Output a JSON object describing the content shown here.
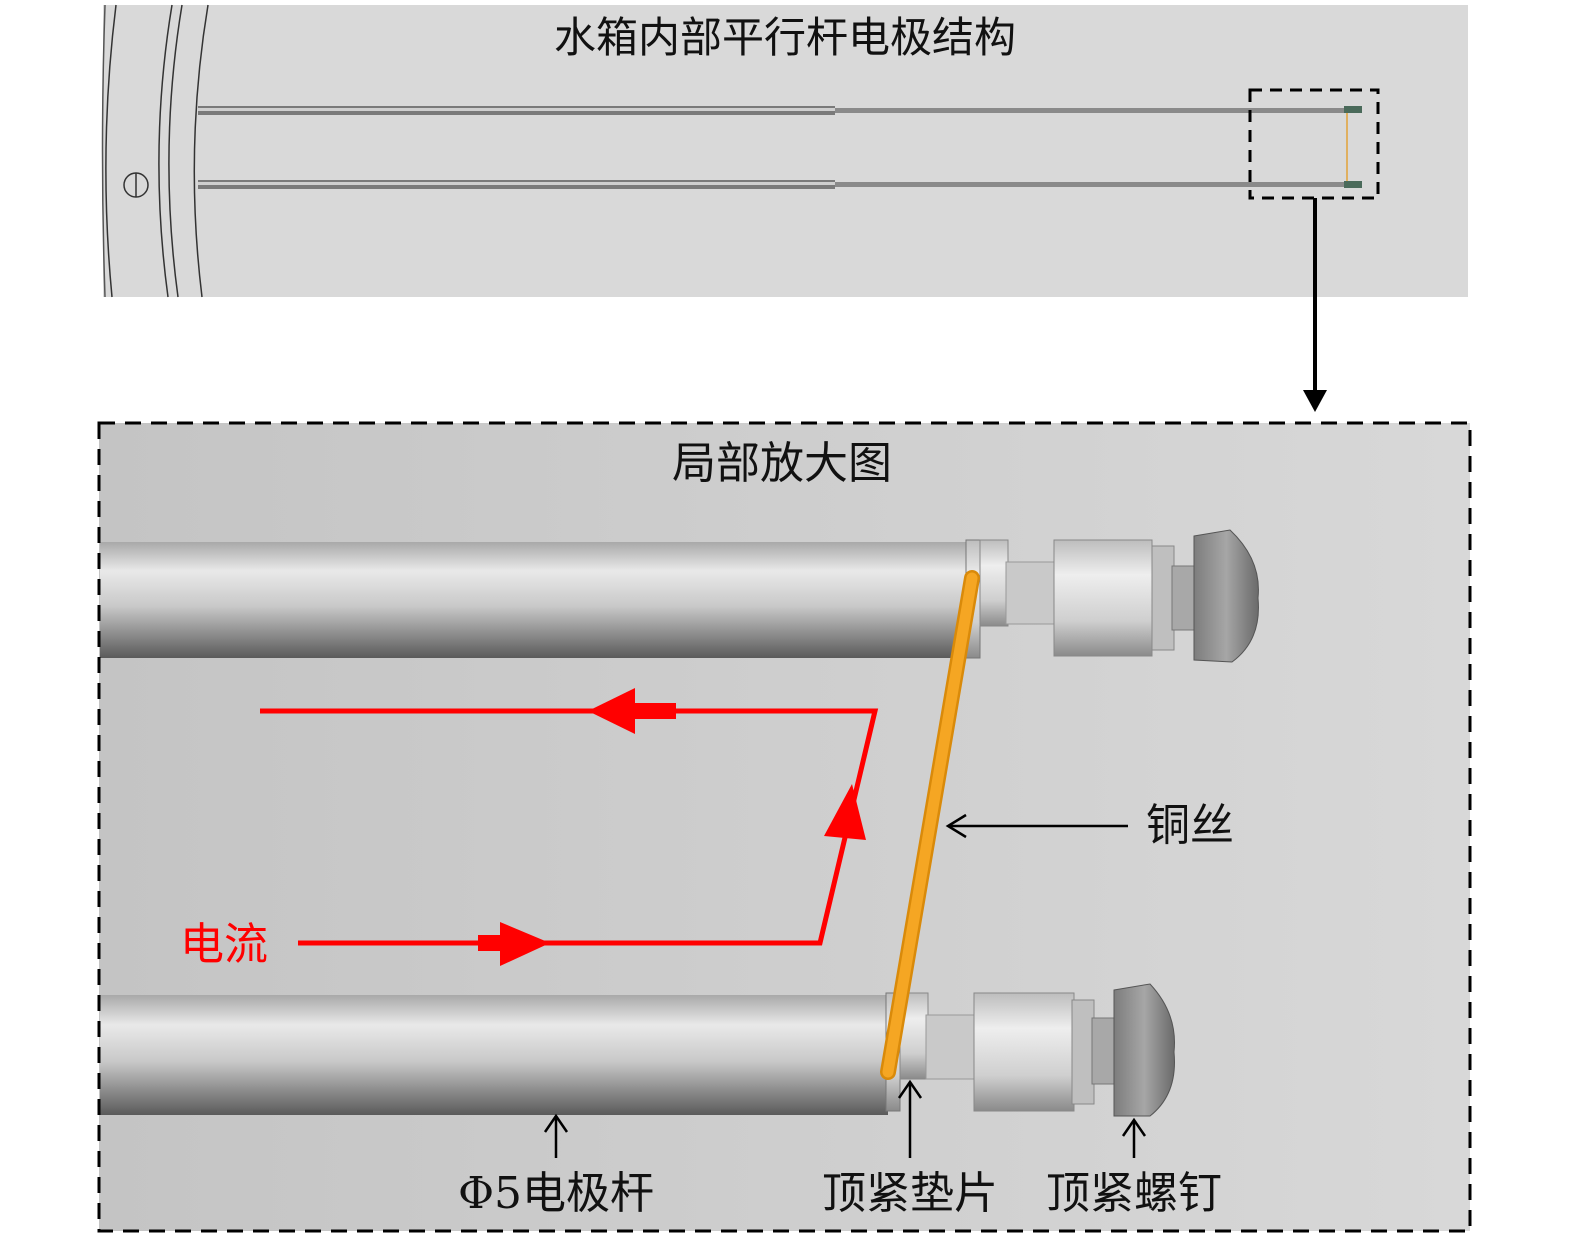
{
  "top_panel": {
    "title": "水箱内部平行杆电极结构"
  },
  "zoom_panel": {
    "title": "局部放大图"
  },
  "labels": {
    "current": "电流",
    "copper_wire": "铜丝",
    "electrode_rod": "Φ5电极杆",
    "washer": "顶紧垫片",
    "screw": "顶紧螺钉"
  },
  "colors": {
    "panel_bg": "#d9d9d9",
    "zoom_bg": "#c8c8c8",
    "current_red": "#ff0000",
    "copper_orange": "#f5a623"
  }
}
